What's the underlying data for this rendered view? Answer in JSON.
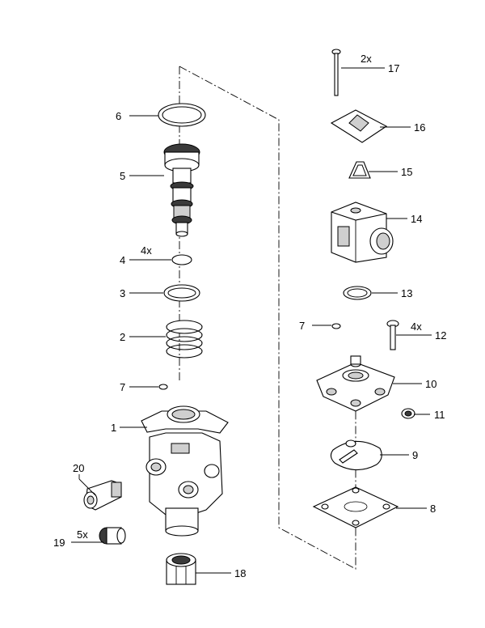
{
  "callouts": {
    "c1": "1",
    "c2": "2",
    "c3": "3",
    "c4": "4",
    "c4qty": "4x",
    "c5": "5",
    "c6": "6",
    "c7a": "7",
    "c7b": "7",
    "c8": "8",
    "c9": "9",
    "c10": "10",
    "c11": "11",
    "c12": "12",
    "c12qty": "4x",
    "c13": "13",
    "c14": "14",
    "c15": "15",
    "c16": "16",
    "c17": "17",
    "c17qty": "2x",
    "c18": "18",
    "c19": "19",
    "c19qty": "5x",
    "c20": "20"
  }
}
